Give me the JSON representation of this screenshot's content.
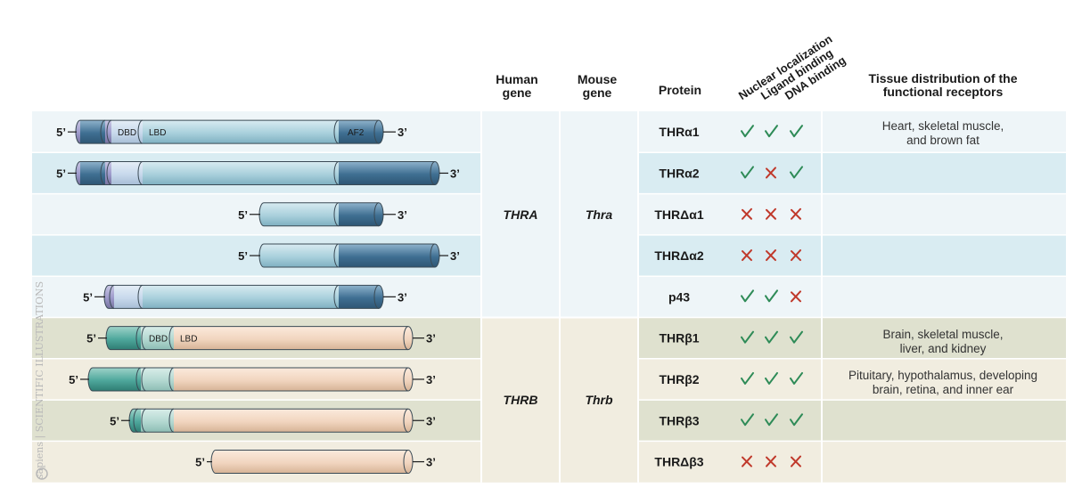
{
  "headers": {
    "human_gene": "Human gene",
    "mouse_gene": "Mouse gene",
    "protein": "Protein",
    "nuclear_localization": "Nuclear localization",
    "ligand_binding": "Ligand binding",
    "dna_binding": "DNA binding",
    "tissue": "Tissue distribution of the functional receptors"
  },
  "colors": {
    "thra_band_light": "#eef5f8",
    "thra_band_dark": "#d9ecf2",
    "thrb_band_light": "#f1ede0",
    "thrb_band_dark": "#dfe1cf",
    "check": "#2e8b57",
    "cross": "#c0392b",
    "thra_body": "#a9d0dc",
    "thra_end": "#3f6f92",
    "thrb_body": "#f1d5bf",
    "thrb_start": "#4ea79c"
  },
  "genes": {
    "thra_human": "THRA",
    "thra_mouse": "Thra",
    "thrb_human": "THRB",
    "thrb_mouse": "Thrb"
  },
  "labels": {
    "prime5": "5’",
    "prime3": "3’",
    "dbd": "DBD",
    "lbd": "LBD",
    "af2": "AF2"
  },
  "rows": [
    {
      "protein": "THRα1",
      "group": "a",
      "nuclear": true,
      "ligand": true,
      "dna": true,
      "tissue_line1": "Heart, skeletal muscle,",
      "tissue_line2": "and brown fat"
    },
    {
      "protein": "THRα2",
      "group": "a",
      "nuclear": true,
      "ligand": false,
      "dna": true,
      "tissue_line1": "",
      "tissue_line2": ""
    },
    {
      "protein": "THRΔα1",
      "group": "a",
      "nuclear": false,
      "ligand": false,
      "dna": false,
      "tissue_line1": "",
      "tissue_line2": ""
    },
    {
      "protein": "THRΔα2",
      "group": "a",
      "nuclear": false,
      "ligand": false,
      "dna": false,
      "tissue_line1": "",
      "tissue_line2": ""
    },
    {
      "protein": "p43",
      "group": "a",
      "nuclear": true,
      "ligand": true,
      "dna": false,
      "tissue_line1": "",
      "tissue_line2": ""
    },
    {
      "protein": "THRβ1",
      "group": "b",
      "nuclear": true,
      "ligand": true,
      "dna": true,
      "tissue_line1": "Brain, skeletal muscle,",
      "tissue_line2": "liver, and kidney"
    },
    {
      "protein": "THRβ2",
      "group": "b",
      "nuclear": true,
      "ligand": true,
      "dna": true,
      "tissue_line1": "Pituitary, hypothalamus, developing",
      "tissue_line2": "brain, retina, and inner ear"
    },
    {
      "protein": "THRβ3",
      "group": "b",
      "nuclear": true,
      "ligand": true,
      "dna": true,
      "tissue_line1": "",
      "tissue_line2": ""
    },
    {
      "protein": "THRΔβ3",
      "group": "b",
      "nuclear": false,
      "ligand": false,
      "dna": false,
      "tissue_line1": "",
      "tissue_line2": ""
    }
  ],
  "watermark": "sapiens | SCIENTIFIC ILLUSTRATIONS"
}
